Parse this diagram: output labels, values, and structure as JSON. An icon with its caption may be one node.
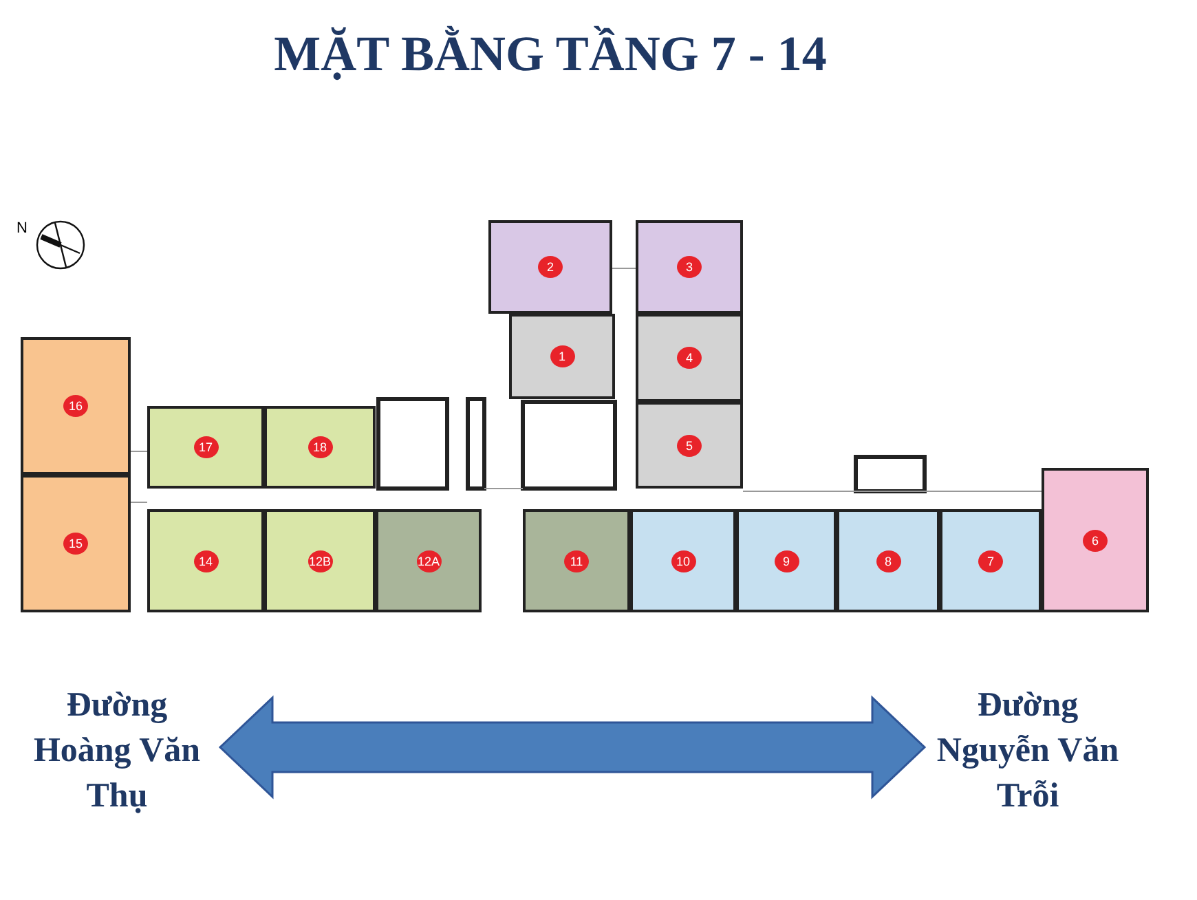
{
  "diagram": {
    "title": "MẶT BẰNG TẦNG 7 - 14",
    "nodes": [
      {
        "text": [
          "2"
        ]
      },
      {
        "text": [
          "3"
        ]
      },
      {
        "text": [
          "1"
        ]
      },
      {
        "text": [
          "4"
        ]
      },
      {
        "text": [
          "5"
        ]
      },
      {
        "text": [
          "16"
        ]
      },
      {
        "text": [
          "17"
        ]
      },
      {
        "text": [
          "18"
        ]
      },
      {
        "text": [
          "15"
        ]
      },
      {
        "text": [
          "14"
        ]
      },
      {
        "text": [
          "12B"
        ]
      },
      {
        "text": [
          "12A"
        ]
      },
      {
        "text": [
          "11"
        ]
      },
      {
        "text": [
          "10"
        ]
      },
      {
        "text": [
          "9"
        ]
      },
      {
        "text": [
          "8"
        ]
      },
      {
        "text": [
          "7"
        ]
      },
      {
        "text": [
          "6"
        ]
      },
      {
        "text": [
          "Đường Hoàng Văn Thụ"
        ]
      },
      {
        "text": [
          "Đường Nguyễn Văn Trỗi"
        ]
      }
    ],
    "edges": [
      {
        "from": 18,
        "to": 19,
        "arrow": "both",
        "style": "thick",
        "color": "#4a7ebb"
      }
    ],
    "labels": [
      "N"
    ]
  }
}
